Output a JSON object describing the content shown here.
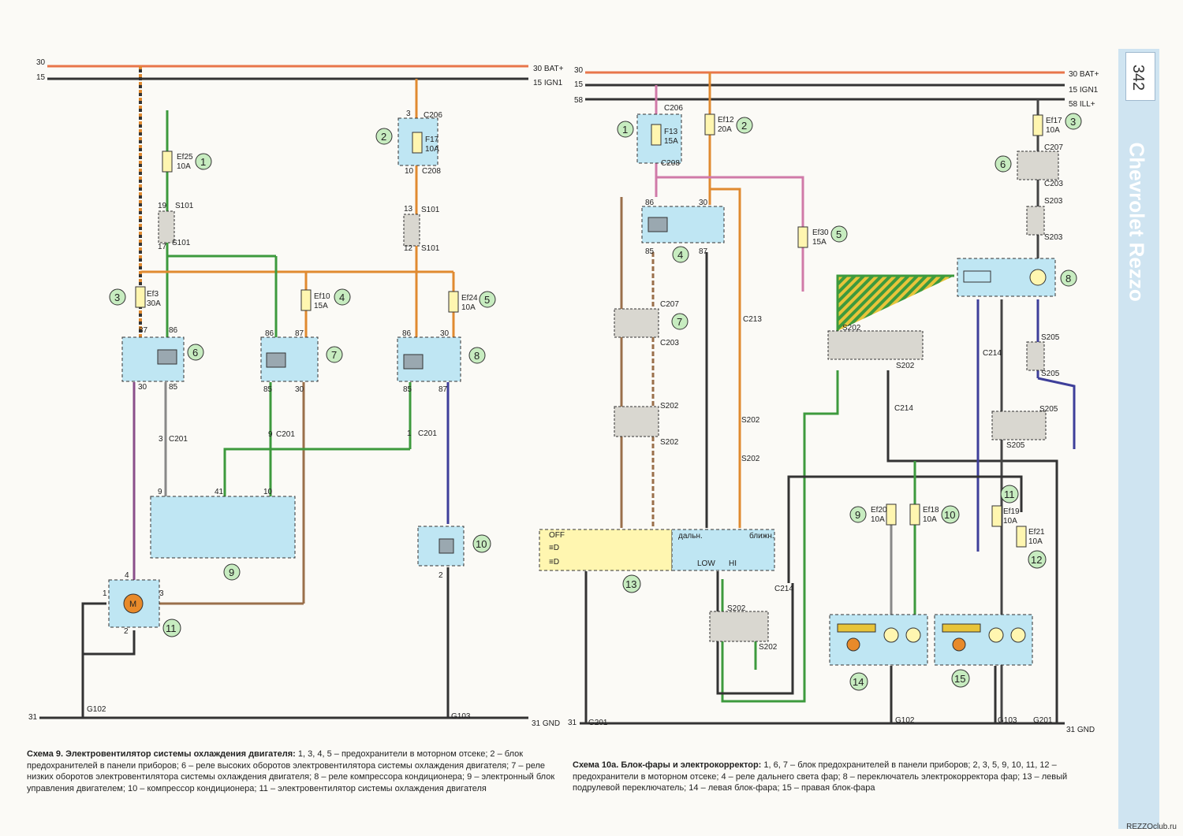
{
  "page": {
    "number": "342",
    "brand": "Chevrolet Rezzo",
    "site": "REZZOclub.ru"
  },
  "colors": {
    "bat": "#e8754a",
    "ign": "#444444",
    "box": "#bfe6f3",
    "fuse": "#fff6b0",
    "gray": "#d9d7d0",
    "green": "#3d9a3d",
    "orange": "#e08a30",
    "violet": "#3e3f9a",
    "pink": "#d07aa8",
    "brown": "#9a6f4a"
  },
  "scheme9": {
    "rails": {
      "bat_l": "30",
      "ign_l": "15",
      "bat_r": "30  BAT+",
      "ign_r": "15  IGN1",
      "gnd_l": "31",
      "gnd_r": "31  GND"
    },
    "grounds": [
      "G102",
      "G103"
    ],
    "fuses": [
      {
        "id": "Ef25",
        "amp": "10A",
        "num": "1"
      },
      {
        "id": "F17",
        "amp": "10A",
        "num": "2"
      },
      {
        "id": "Ef3",
        "amp": "30A",
        "num": "3"
      },
      {
        "id": "Ef10",
        "amp": "15A",
        "num": "4"
      },
      {
        "id": "Ef24",
        "amp": "10A",
        "num": "5"
      }
    ],
    "connectors": [
      "C206",
      "C208",
      "S101",
      "C201"
    ],
    "relays": [
      {
        "num": "6",
        "pins": [
          "87",
          "86",
          "30",
          "85"
        ]
      },
      {
        "num": "7",
        "pins": [
          "86",
          "87",
          "85",
          "30"
        ]
      },
      {
        "num": "8",
        "pins": [
          "86",
          "30",
          "85",
          "87"
        ]
      }
    ],
    "blocks": {
      "ecu": "9",
      "compressor": "10",
      "fan": "11",
      "motor": "M"
    },
    "pins": [
      "3",
      "10",
      "13",
      "12",
      "19",
      "17",
      "9",
      "41",
      "1",
      "2",
      "4"
    ],
    "caption_title": "Схема 9. Электровентилятор системы охлаждения двигателя:",
    "caption_text": "1, 3, 4, 5 – предохранители в моторном отсеке; 2 – блок предохранителей в панели приборов; 6 – реле высоких оборотов электровентилятора системы охлаждения двигателя; 7 – реле низких оборотов электровентилятора системы охлаждения двигателя; 8 – реле компрессора кондиционера; 9 – электронный блок управления двигателем; 10 – компрессор кондиционера; 11 – электровентилятор системы охлаждения двигателя"
  },
  "scheme10": {
    "rails": {
      "bat_l": "30",
      "ign_l": "15",
      "ill_l": "58",
      "bat_r": "30  BAT+",
      "ign_r": "15  IGN1",
      "ill_r": "58  ILL+",
      "gnd_l": "31",
      "gnd_r": "31  GND"
    },
    "grounds": [
      "G201",
      "G102",
      "G103",
      "G201"
    ],
    "fuses": [
      {
        "id": "F13",
        "amp": "15A",
        "num": "1"
      },
      {
        "id": "Ef12",
        "amp": "20A",
        "num": "2"
      },
      {
        "id": "Ef17",
        "amp": "10A",
        "num": "3"
      },
      {
        "id": "Ef30",
        "amp": "15A",
        "num": "5"
      },
      {
        "id": "Ef20",
        "amp": "10A",
        "num": "9"
      },
      {
        "id": "Ef18",
        "amp": "10A",
        "num": "10"
      },
      {
        "id": "Ef19",
        "amp": "10A",
        "num": "11"
      },
      {
        "id": "Ef21",
        "amp": "10A",
        "num": "12"
      }
    ],
    "connectors": [
      "C206",
      "C208",
      "C207",
      "C203",
      "S203",
      "C213",
      "S202",
      "C214",
      "S205"
    ],
    "relay": {
      "num": "4",
      "pins": [
        "86",
        "30",
        "85",
        "87"
      ]
    },
    "switch": {
      "num": "13",
      "states": [
        "OFF",
        "≡D",
        "≡D"
      ],
      "dal": "дальн.",
      "bl": "ближн.",
      "low": "LOW",
      "hi": "HI"
    },
    "corrector": {
      "num": "8"
    },
    "headlamps": [
      {
        "num": "14"
      },
      {
        "num": "15"
      }
    ],
    "blocks": {
      "box6": "6",
      "box7": "7"
    },
    "caption_title": "Схема 10а. Блок-фары и электрокорректор:",
    "caption_text": "1, 6, 7 – блок предохранителей в панели приборов; 2, 3, 5, 9, 10, 11, 12 – предохранители в моторном отсеке; 4 – реле дальнего света фар; 8 – переключатель электрокорректора фар; 13 – левый подрулевой переключатель; 14 – левая блок-фара; 15 – правая блок-фара"
  }
}
